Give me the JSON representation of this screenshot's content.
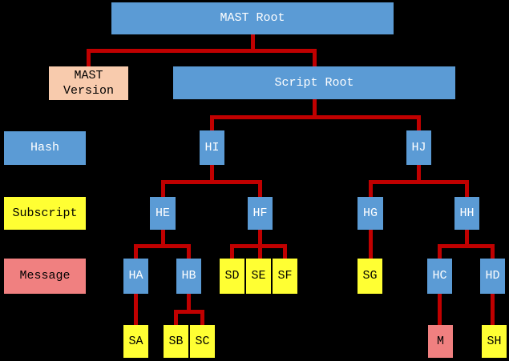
{
  "legend": {
    "hash": "Hash",
    "subscript": "Subscript",
    "message": "Message"
  },
  "nodes": {
    "mast_root": "MAST Root",
    "mast_version": "MAST Version",
    "script_root": "Script Root",
    "hi": "HI",
    "hj": "HJ",
    "he": "HE",
    "hf": "HF",
    "hg": "HG",
    "hh": "HH",
    "ha": "HA",
    "hb": "HB",
    "sd": "SD",
    "se": "SE",
    "sf": "SF",
    "sg": "SG",
    "hc": "HC",
    "hd": "HD",
    "sa": "SA",
    "sb": "SB",
    "sc": "SC",
    "m": "M",
    "sh": "SH"
  },
  "edges": [
    {
      "from": "mast_root",
      "to": "mast_version"
    },
    {
      "from": "mast_root",
      "to": "script_root"
    },
    {
      "from": "script_root",
      "to": "hi"
    },
    {
      "from": "script_root",
      "to": "hj"
    },
    {
      "from": "hi",
      "to": "he"
    },
    {
      "from": "hi",
      "to": "hf"
    },
    {
      "from": "hj",
      "to": "hg"
    },
    {
      "from": "hj",
      "to": "hh"
    },
    {
      "from": "he",
      "to": "ha"
    },
    {
      "from": "he",
      "to": "hb"
    },
    {
      "from": "hf",
      "to": "sd"
    },
    {
      "from": "hf",
      "to": "se"
    },
    {
      "from": "hf",
      "to": "sf"
    },
    {
      "from": "hg",
      "to": "sg"
    },
    {
      "from": "hh",
      "to": "hc"
    },
    {
      "from": "hh",
      "to": "hd"
    },
    {
      "from": "ha",
      "to": "sa"
    },
    {
      "from": "hb",
      "to": "sb"
    },
    {
      "from": "hb",
      "to": "sc"
    },
    {
      "from": "hc",
      "to": "m"
    },
    {
      "from": "hd",
      "to": "sh"
    }
  ],
  "node_types": {
    "hash_nodes": [
      "mast_root",
      "script_root",
      "hi",
      "hj",
      "he",
      "hf",
      "hg",
      "hh",
      "ha",
      "hb",
      "hc",
      "hd"
    ],
    "subscript_nodes": [
      "sd",
      "se",
      "sf",
      "sg",
      "sa",
      "sb",
      "sc",
      "sh"
    ],
    "message_nodes": [
      "m"
    ],
    "version_nodes": [
      "mast_version"
    ]
  },
  "colors": {
    "background": "#000000",
    "hash_blue": "#5B9BD5",
    "subscript_yellow": "#FFFF33",
    "message_salmon": "#F08080",
    "version_peach": "#F8CBAD",
    "connector_red": "#C00000",
    "text_on_blue": "#FFFFFF",
    "text_on_light": "#000000"
  }
}
